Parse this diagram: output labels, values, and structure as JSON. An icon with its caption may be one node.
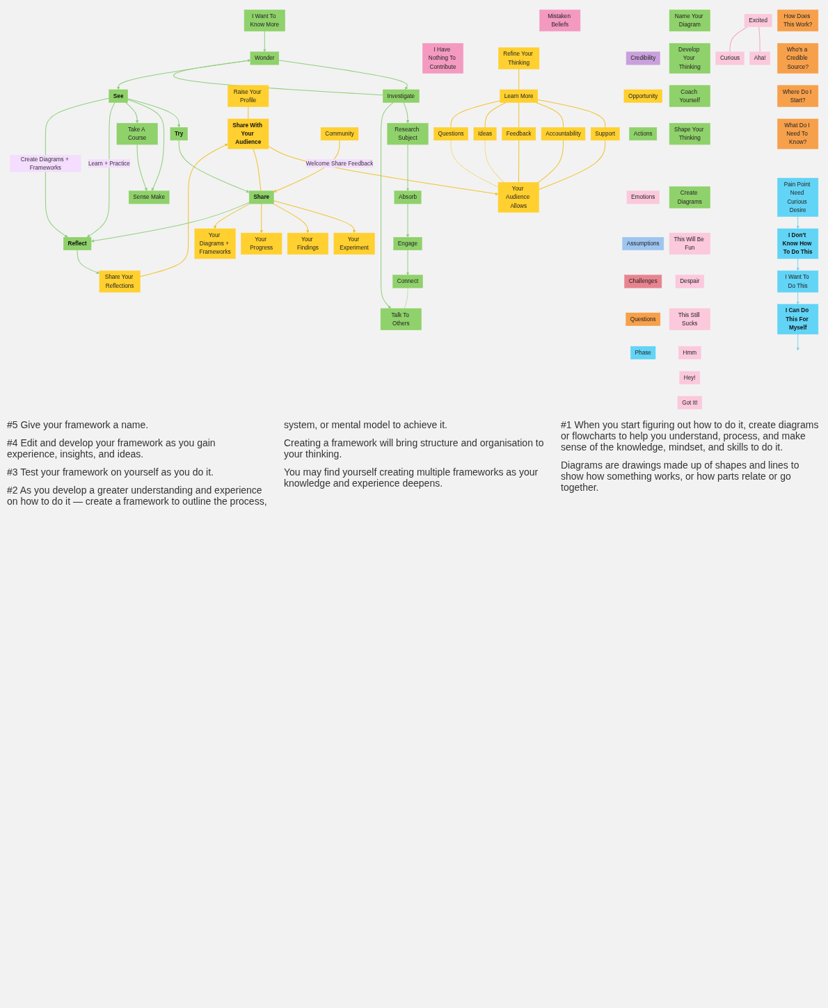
{
  "diagram": {
    "nodes": [
      {
        "text": [
          "Mistaken Beliefs"
        ]
      },
      {
        "text": [
          "I Have Nothing To Contribute"
        ]
      },
      {
        "text": [
          "Credibility"
        ]
      },
      {
        "text": [
          "Refine Your Thinking"
        ]
      },
      {
        "text": [
          "Learn More"
        ]
      },
      {
        "text": [
          "Support"
        ]
      },
      {
        "text": [
          "Accountability"
        ]
      },
      {
        "text": [
          "Feedback"
        ]
      },
      {
        "text": [
          "Ideas"
        ]
      },
      {
        "text": [
          "Questions"
        ]
      },
      {
        "text": [
          "Your Audience Allows"
        ]
      },
      {
        "text": [
          "Raise Your Profile"
        ]
      },
      {
        "text": [
          "Share With Your Audience"
        ]
      },
      {
        "text": [
          "Share Your Reflections"
        ]
      },
      {
        "text": [
          "Opportunity"
        ]
      },
      {
        "text": [
          "Your Experiment"
        ]
      },
      {
        "text": [
          "Your Findings"
        ]
      },
      {
        "text": [
          "Your Progress"
        ]
      },
      {
        "text": [
          "Your Diagrams + Frameworks"
        ]
      },
      {
        "text": [
          "Community"
        ]
      },
      {
        "text": [
          "Share"
        ]
      },
      {
        "text": [
          "Reflect"
        ]
      },
      {
        "text": [
          "Connect"
        ]
      },
      {
        "text": [
          "Engage"
        ]
      },
      {
        "text": [
          "Absorb"
        ]
      },
      {
        "text": [
          "Research Subject"
        ]
      },
      {
        "text": [
          "Talk To Others"
        ]
      },
      {
        "text": [
          "Wonder"
        ]
      },
      {
        "text": [
          "Investigate"
        ]
      },
      {
        "text": [
          "Sense Make"
        ]
      },
      {
        "text": [
          "Take A Course"
        ]
      },
      {
        "text": [
          "See"
        ]
      },
      {
        "text": [
          "Try"
        ]
      },
      {
        "text": [
          "Name Your Diagram"
        ]
      },
      {
        "text": [
          "Develop Your Thinking"
        ]
      },
      {
        "text": [
          "Coach Yourself"
        ]
      },
      {
        "text": [
          "Shape Your Thinking"
        ]
      },
      {
        "text": [
          "Create Diagrams"
        ]
      },
      {
        "text": [
          "Actions"
        ]
      },
      {
        "text": [
          "I Want To Know More"
        ]
      },
      {
        "text": [
          "Emotions"
        ]
      },
      {
        "text": [
          "Excited"
        ]
      },
      {
        "text": [
          "Aha!"
        ]
      },
      {
        "text": [
          "Curious"
        ]
      },
      {
        "text": [
          "This Will Be Fun"
        ]
      },
      {
        "text": [
          "Despair"
        ]
      },
      {
        "text": [
          "This Still Sucks"
        ]
      },
      {
        "text": [
          "Hmm"
        ]
      },
      {
        "text": [
          "Hey!"
        ]
      },
      {
        "text": [
          "Got It!"
        ]
      },
      {
        "text": [
          "Assumptions"
        ]
      },
      {
        "text": [
          "Challenges"
        ]
      },
      {
        "text": [
          "Questions"
        ]
      },
      {
        "text": [
          "How Does This Work?"
        ]
      },
      {
        "text": [
          "Who's a Credible Source?"
        ]
      },
      {
        "text": [
          "Where Do I Start?"
        ]
      },
      {
        "text": [
          "What Do I Need To Know?"
        ]
      },
      {
        "text": [
          "Phase"
        ]
      },
      {
        "text": [
          "Pain Point Need Curious Desire"
        ]
      },
      {
        "text": [
          "I Don't Know How To Do This"
        ]
      },
      {
        "text": [
          "I Want To Do This"
        ]
      },
      {
        "text": [
          "I Can Do This For Myself"
        ]
      }
    ],
    "edges": [
      {
        "from": 3,
        "to": 4,
        "arrow": "none"
      },
      {
        "from": 4,
        "to": 5,
        "arrow": "none"
      },
      {
        "from": 4,
        "to": 6,
        "arrow": "none"
      },
      {
        "from": 4,
        "to": 7,
        "arrow": "none"
      },
      {
        "from": 4,
        "to": 8,
        "arrow": "none"
      },
      {
        "from": 4,
        "to": 9,
        "arrow": "none"
      },
      {
        "from": 5,
        "to": 10,
        "arrow": "none"
      },
      {
        "from": 6,
        "to": 10,
        "arrow": "none"
      },
      {
        "from": 7,
        "to": 10,
        "arrow": "none"
      },
      {
        "from": 8,
        "to": 10,
        "arrow": "none",
        "style": "dashed"
      },
      {
        "from": 9,
        "to": 10,
        "arrow": "none",
        "style": "dashed"
      },
      {
        "from": 12,
        "to": 10,
        "arrow": "to"
      },
      {
        "from": 11,
        "to": 12,
        "arrow": "none"
      },
      {
        "from": 13,
        "to": 12,
        "arrow": "to"
      },
      {
        "from": 12,
        "to": 20,
        "arrow": "none"
      },
      {
        "from": 20,
        "to": 15,
        "arrow": "to"
      },
      {
        "from": 20,
        "to": 16,
        "arrow": "to"
      },
      {
        "from": 20,
        "to": 17,
        "arrow": "to"
      },
      {
        "from": 20,
        "to": 18,
        "arrow": "to"
      },
      {
        "from": 19,
        "to": 20,
        "label": "Welcome Share Feedback",
        "arrow": "to"
      },
      {
        "from": 32,
        "to": 20,
        "arrow": "to",
        "color": "#8fcf7a"
      },
      {
        "from": 20,
        "to": 21,
        "arrow": "to",
        "color": "#8fcf7a"
      },
      {
        "from": 21,
        "to": 13,
        "arrow": "to",
        "color": "#8fcf7a"
      },
      {
        "from": 31,
        "to": 32,
        "arrow": "to",
        "color": "#8fcf7a"
      },
      {
        "from": 31,
        "to": 29,
        "arrow": "to",
        "color": "#8fcf7a"
      },
      {
        "from": 31,
        "to": 30,
        "arrow": "to",
        "color": "#8fcf7a"
      },
      {
        "from": 30,
        "to": 29,
        "arrow": "to",
        "color": "#8fcf7a"
      },
      {
        "from": 31,
        "to": 21,
        "label": "Learn + Practice",
        "arrow": "to",
        "color": "#8fcf7a"
      },
      {
        "from": 31,
        "to": 21,
        "label": "Create Diagrams + Frameworks",
        "arrow": "to",
        "color": "#8fcf7a"
      },
      {
        "from": 28,
        "to": 25,
        "arrow": "to",
        "color": "#8fcf7a"
      },
      {
        "from": 28,
        "to": 26,
        "arrow": "to",
        "color": "#8fcf7a"
      },
      {
        "from": 25,
        "to": 24,
        "arrow": "to",
        "color": "#8fcf7a"
      },
      {
        "from": 24,
        "to": 23,
        "arrow": "to",
        "color": "#8fcf7a"
      },
      {
        "from": 23,
        "to": 22,
        "arrow": "to",
        "color": "#8fcf7a"
      },
      {
        "from": 22,
        "to": 26,
        "arrow": "none",
        "style": "dashed",
        "color": "#8fcf7a"
      },
      {
        "from": 27,
        "to": 28,
        "arrow": "to",
        "color": "#8fcf7a"
      },
      {
        "from": 28,
        "to": 27,
        "arrow": "to",
        "color": "#8fcf7a"
      },
      {
        "from": 39,
        "to": 27,
        "arrow": "to",
        "color": "#8fcf7a"
      },
      {
        "from": 27,
        "to": 31,
        "arrow": "to",
        "color": "#8fcf7a"
      },
      {
        "from": 41,
        "to": 42,
        "arrow": "none",
        "color": "#f4a6c4"
      },
      {
        "from": 41,
        "to": 43,
        "arrow": "none",
        "color": "#f4a6c4"
      },
      {
        "from": 58,
        "to": 59,
        "arrow": "to",
        "color": "#7fd3f0"
      },
      {
        "from": 59,
        "to": 60,
        "arrow": "to",
        "color": "#7fd3f0"
      },
      {
        "from": 60,
        "to": 61,
        "arrow": "to",
        "color": "#7fd3f0"
      },
      {
        "from": 61,
        "to": null,
        "arrow": "to",
        "color": "#7fd3f0"
      }
    ],
    "labels": [
      "#5 Give your framework a name.",
      "#4 Edit and develop your framework as you gain experience, insights, and ideas.",
      "#3 Test your framework on yourself as you do it.",
      "#2 As you develop a greater understanding and experience on how to do it — create a framework to outline the process, system, or mental model to achieve it.",
      "Creating a framework will bring structure and organisation to your thinking.",
      "You may find yourself creating multiple frameworks as your knowledge and experience deepens.",
      "#1 When you start figuring out how to do it, create diagrams or flowcharts to help you understand, process, and make sense of the knowledge, mindset, and skills to do it.",
      "Diagrams are drawings made up of shapes and lines to show how something works, or how parts relate or go together."
    ]
  }
}
